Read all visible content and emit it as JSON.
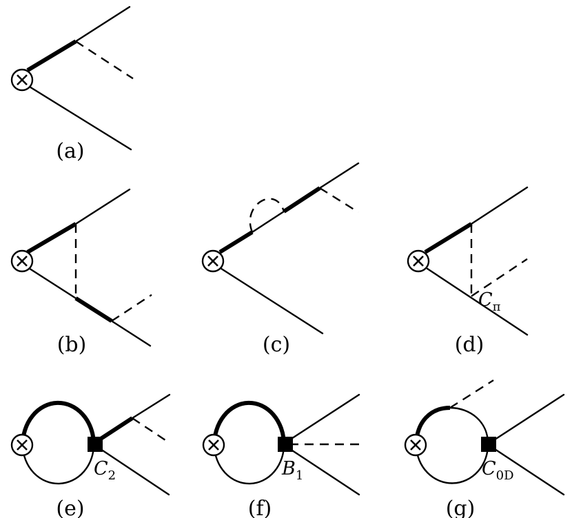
{
  "panels": [
    {
      "id": "a",
      "label": "(a)"
    },
    {
      "id": "b",
      "label": "(b)"
    },
    {
      "id": "c",
      "label": "(c)"
    },
    {
      "id": "d",
      "label": "(d)",
      "coupling": {
        "main": "C",
        "sub": "π"
      }
    },
    {
      "id": "e",
      "label": "(e)",
      "coupling": {
        "main": "C",
        "sub": "2"
      }
    },
    {
      "id": "f",
      "label": "(f)",
      "coupling": {
        "main": "B",
        "sub": "1"
      }
    },
    {
      "id": "g",
      "label": "(g)",
      "coupling": {
        "main": "C",
        "sub": "0D"
      }
    }
  ],
  "symbols": {
    "current_insertion": "⊗"
  }
}
